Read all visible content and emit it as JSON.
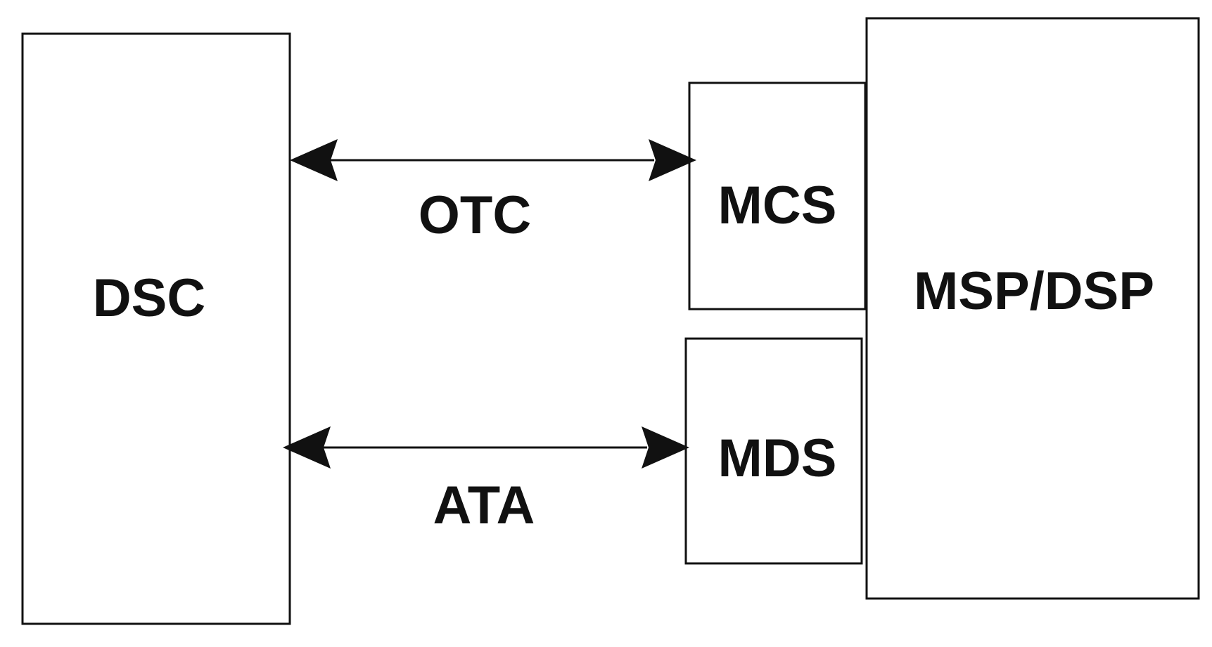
{
  "diagram": {
    "blocks": {
      "dsc": {
        "label": "DSC"
      },
      "mcs": {
        "label": "MCS"
      },
      "mds": {
        "label": "MDS"
      },
      "msp_dsp": {
        "label": "MSP/DSP"
      }
    },
    "links": {
      "otc": {
        "label": "OTC",
        "from": "DSC",
        "to": "MCS",
        "direction": "bidirectional"
      },
      "ata": {
        "label": "ATA",
        "from": "DSC",
        "to": "MDS",
        "direction": "bidirectional"
      }
    },
    "colors": {
      "stroke": "#111111",
      "background": "#ffffff"
    }
  }
}
